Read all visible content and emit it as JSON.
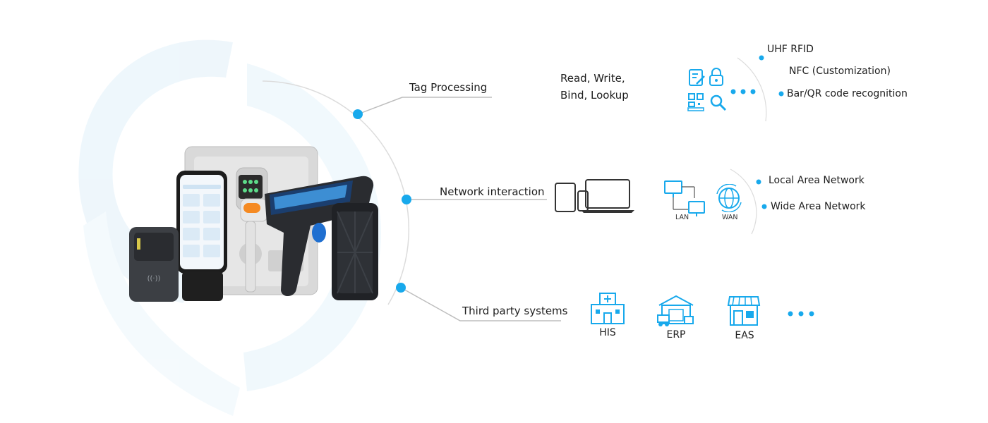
{
  "accent_color": "#18a9ec",
  "tag_processing": {
    "label": "Tag Processing",
    "operations_line1": "Read, Write,",
    "operations_line2": "Bind, Lookup",
    "methods": [
      "UHF RFID",
      "NFC (Customization)",
      "Bar/QR code recognition"
    ]
  },
  "network": {
    "label": "Network interaction",
    "lan_label": "LAN",
    "wan_label": "WAN",
    "types": [
      "Local Area Network",
      "Wide Area Network"
    ]
  },
  "third_party": {
    "label": "Third party systems",
    "systems": [
      "HIS",
      "ERP",
      "EAS"
    ]
  },
  "icons": {
    "tag": [
      "document-edit-icon",
      "lock-icon",
      "qr-code-icon",
      "search-icon",
      "more-dots-icon"
    ],
    "network": [
      "tablet-icon",
      "phone-icon",
      "laptop-icon",
      "lan-computers-icon",
      "wan-globe-icon"
    ],
    "third_party": [
      "hospital-icon",
      "warehouse-truck-icon",
      "store-icon",
      "more-dots-icon"
    ]
  }
}
